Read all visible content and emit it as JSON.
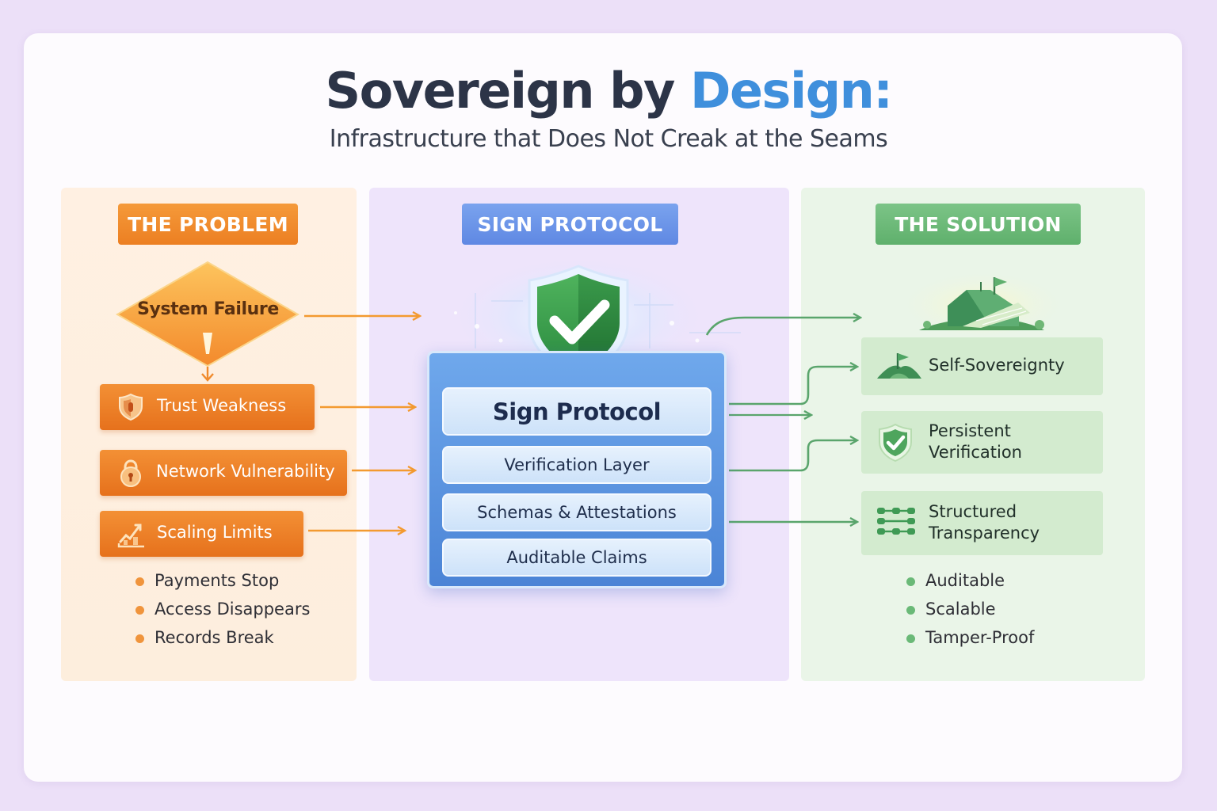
{
  "title": {
    "lead": "Sovereign by",
    "accent": "Design:"
  },
  "subtitle": "Infrastructure that Does Not Creak at the Seams",
  "columns": {
    "problem": {
      "header": "THE PROBLEM",
      "diamond": "System Failure",
      "boxes": [
        {
          "label": "Trust Weakness",
          "icon": "shield-icon"
        },
        {
          "label": "Network Vulnerability",
          "icon": "padlock-icon"
        },
        {
          "label": "Scaling Limits",
          "icon": "broken-chart-icon"
        }
      ],
      "bullets": [
        "Payments Stop",
        "Access Disappears",
        "Records Break"
      ]
    },
    "protocol": {
      "header": "SIGN PROTOCOL",
      "layers": [
        "Sign Protocol",
        "Verification Layer",
        "Schemas & Attestations",
        "Auditable Claims"
      ]
    },
    "solution": {
      "header": "THE SOLUTION",
      "boxes": [
        {
          "label": "Self-Sovereignty",
          "icon": "flag-hill-icon"
        },
        {
          "label": "Persistent Verification",
          "icon": "check-shield-icon"
        },
        {
          "label": "Structured Transparency",
          "icon": "network-grid-icon"
        }
      ],
      "bullets": [
        "Auditable",
        "Scalable",
        "Tamper-Proof"
      ]
    }
  },
  "colors": {
    "problem": "#ec7f22",
    "protocol": "#5f88e3",
    "solution": "#5fb06c",
    "title_accent": "#3f8fdc"
  }
}
